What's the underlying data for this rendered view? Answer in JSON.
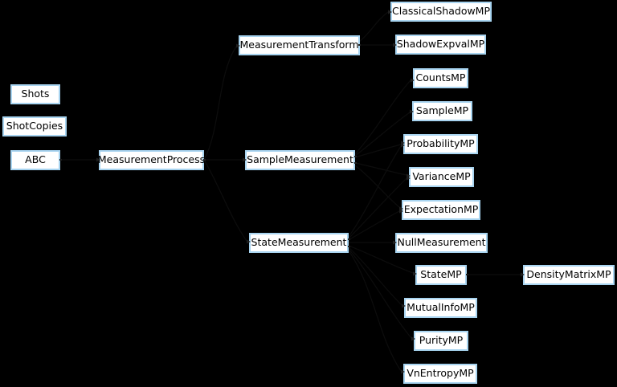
{
  "diagram": {
    "type": "inheritance-diagram",
    "background_color": "#000000",
    "node_fill": "#ffffff",
    "node_border_color": "#a8d4f0",
    "node_text_color": "#000000",
    "edge_color": "#0d0d0d",
    "nodes": [
      {
        "id": "Shots",
        "label": "Shots"
      },
      {
        "id": "ShotCopies",
        "label": "ShotCopies"
      },
      {
        "id": "ABC",
        "label": "ABC"
      },
      {
        "id": "MeasurementProcess",
        "label": "MeasurementProcess"
      },
      {
        "id": "MeasurementTransform",
        "label": "MeasurementTransform"
      },
      {
        "id": "SampleMeasurement",
        "label": "SampleMeasurement"
      },
      {
        "id": "StateMeasurement",
        "label": "StateMeasurement"
      },
      {
        "id": "ClassicalShadowMP",
        "label": "ClassicalShadowMP"
      },
      {
        "id": "ShadowExpvalMP",
        "label": "ShadowExpvalMP"
      },
      {
        "id": "CountsMP",
        "label": "CountsMP"
      },
      {
        "id": "SampleMP",
        "label": "SampleMP"
      },
      {
        "id": "ProbabilityMP",
        "label": "ProbabilityMP"
      },
      {
        "id": "VarianceMP",
        "label": "VarianceMP"
      },
      {
        "id": "ExpectationMP",
        "label": "ExpectationMP"
      },
      {
        "id": "NullMeasurement",
        "label": "NullMeasurement"
      },
      {
        "id": "StateMP",
        "label": "StateMP"
      },
      {
        "id": "MutualInfoMP",
        "label": "MutualInfoMP"
      },
      {
        "id": "PurityMP",
        "label": "PurityMP"
      },
      {
        "id": "VnEntropyMP",
        "label": "VnEntropyMP"
      },
      {
        "id": "DensityMatrixMP",
        "label": "DensityMatrixMP"
      }
    ],
    "edges": [
      {
        "from": "ABC",
        "to": "MeasurementProcess"
      },
      {
        "from": "MeasurementProcess",
        "to": "MeasurementTransform"
      },
      {
        "from": "MeasurementProcess",
        "to": "SampleMeasurement"
      },
      {
        "from": "MeasurementProcess",
        "to": "StateMeasurement"
      },
      {
        "from": "MeasurementTransform",
        "to": "ClassicalShadowMP"
      },
      {
        "from": "MeasurementTransform",
        "to": "ShadowExpvalMP"
      },
      {
        "from": "SampleMeasurement",
        "to": "CountsMP"
      },
      {
        "from": "SampleMeasurement",
        "to": "SampleMP"
      },
      {
        "from": "SampleMeasurement",
        "to": "ProbabilityMP"
      },
      {
        "from": "SampleMeasurement",
        "to": "VarianceMP"
      },
      {
        "from": "SampleMeasurement",
        "to": "ExpectationMP"
      },
      {
        "from": "StateMeasurement",
        "to": "ProbabilityMP"
      },
      {
        "from": "StateMeasurement",
        "to": "VarianceMP"
      },
      {
        "from": "StateMeasurement",
        "to": "ExpectationMP"
      },
      {
        "from": "StateMeasurement",
        "to": "NullMeasurement"
      },
      {
        "from": "StateMeasurement",
        "to": "StateMP"
      },
      {
        "from": "StateMeasurement",
        "to": "MutualInfoMP"
      },
      {
        "from": "StateMeasurement",
        "to": "PurityMP"
      },
      {
        "from": "StateMeasurement",
        "to": "VnEntropyMP"
      },
      {
        "from": "StateMP",
        "to": "DensityMatrixMP"
      }
    ]
  }
}
